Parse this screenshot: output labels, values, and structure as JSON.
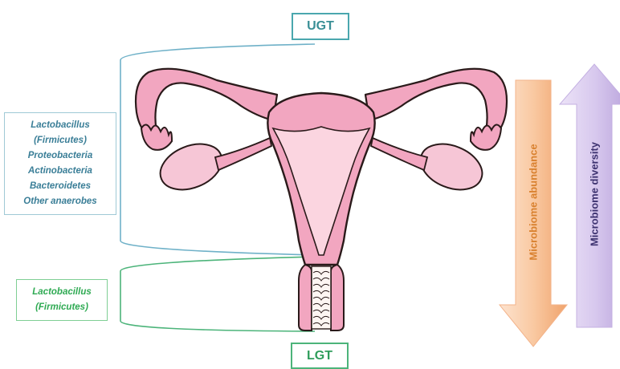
{
  "regions": {
    "upper_tract": "UGT",
    "lower_tract": "LGT"
  },
  "upper_microbiota": [
    "Lactobacillus",
    "(Firmicutes)",
    "Proteobacteria",
    "Actinobacteria",
    "Bacteroidetes",
    "Other anaerobes"
  ],
  "lower_microbiota": [
    "Lactobacillus",
    "(Firmicutes)"
  ],
  "arrows": {
    "abundance": {
      "label": "Microbiome abundance",
      "direction": "down",
      "color": "#f7b98a"
    },
    "diversity": {
      "label": "Microbiome diversity",
      "direction": "up",
      "color": "#cbb8e6"
    }
  },
  "colors": {
    "upper_accent": "#4aa7ae",
    "lower_accent": "#4cb47a",
    "organ_fill": "#f2a6c0",
    "organ_stroke": "#2a1a1a"
  }
}
